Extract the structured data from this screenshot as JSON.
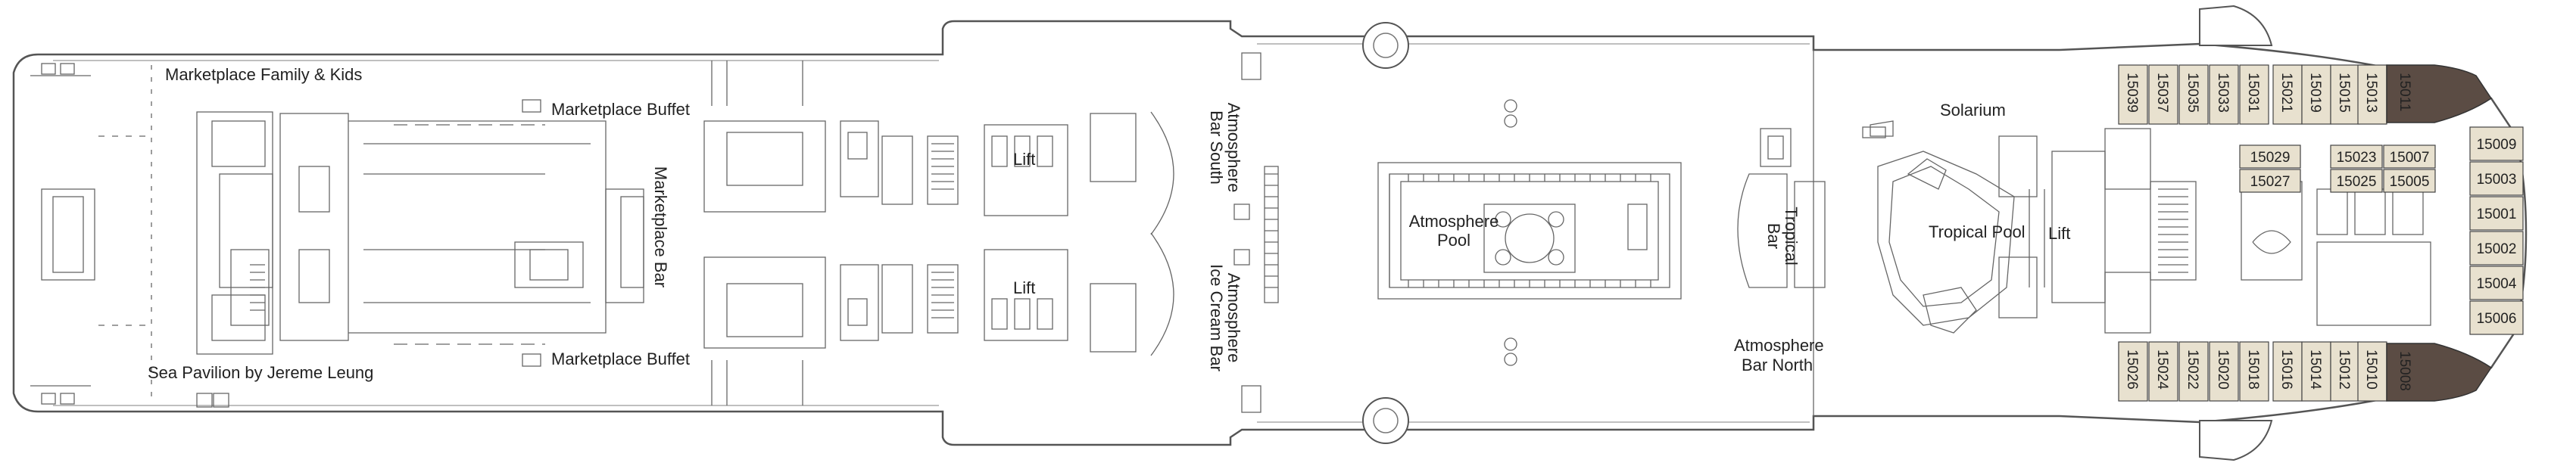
{
  "venues": {
    "marketplace_family_kids": "Marketplace Family & Kids",
    "marketplace_buffet_top": "Marketplace Buffet",
    "marketplace_buffet_bottom": "Marketplace Buffet",
    "marketplace_bar": "Marketplace Bar",
    "sea_pavilion": "Sea Pavilion by Jereme Leung",
    "lift_top": "Lift",
    "lift_bottom": "Lift",
    "lift_aft": "Lift",
    "atmosphere_bar_south_1": "Atmosphere",
    "atmosphere_bar_south_2": "Bar South",
    "atmosphere_ice_cream_1": "Atmosphere",
    "atmosphere_ice_cream_2": "Ice Cream Bar",
    "atmosphere_pool_1": "Atmosphere",
    "atmosphere_pool_2": "Pool",
    "tropical_bar_1": "Tropical",
    "tropical_bar_2": "Bar",
    "tropical_pool": "Tropical Pool",
    "solarium": "Solarium",
    "atmosphere_bar_north_1": "Atmosphere",
    "atmosphere_bar_north_2": "Bar North"
  },
  "cabins_top": [
    "15039",
    "15037",
    "15035",
    "15033",
    "15031",
    "15021",
    "15019",
    "15015",
    "15013",
    "15011"
  ],
  "cabins_bottom": [
    "15026",
    "15024",
    "15022",
    "15020",
    "15018",
    "15016",
    "15014",
    "15012",
    "15010",
    "15008"
  ],
  "cabins_inner": [
    "15029",
    "15027",
    "15023",
    "15025",
    "15007",
    "15005"
  ],
  "cabins_bow": [
    "15009",
    "15003",
    "15001",
    "15002",
    "15004",
    "15006"
  ],
  "colors": {
    "hull_line": "#555555",
    "cabin_fill": "#e8e1cf",
    "suite_fill": "#5b4c44",
    "interior_line": "#666666"
  }
}
